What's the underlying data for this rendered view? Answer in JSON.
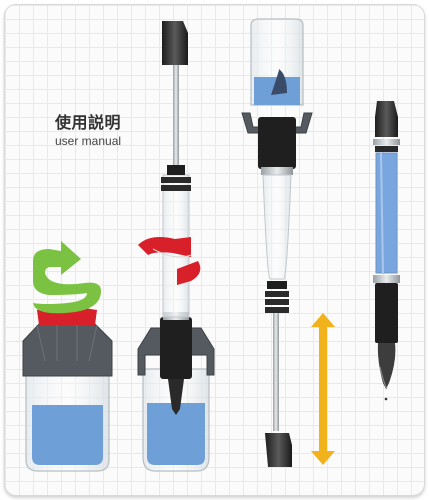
{
  "title": {
    "zh": "使用説明",
    "en": "user manual"
  },
  "colors": {
    "ink_blue": "#6e9fd6",
    "twist_green": "#7cc242",
    "twist_red": "#d8202a",
    "arrow_orange": "#f2b21b",
    "cap_dark": "#3a3a3a",
    "bottle_gray": "#555a60"
  },
  "steps": [
    {
      "name": "bottle-twist"
    },
    {
      "name": "pen-twist-into-bottle"
    },
    {
      "name": "piston-fill"
    },
    {
      "name": "filled-pen"
    }
  ]
}
